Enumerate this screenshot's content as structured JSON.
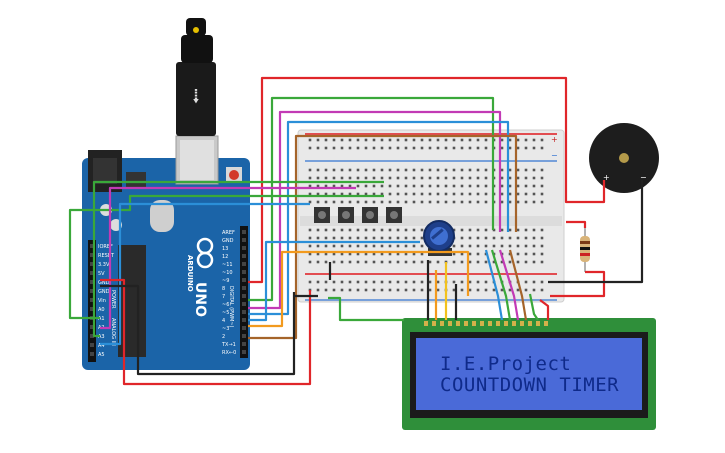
{
  "lcd": {
    "line1": "I.E.Project",
    "line2": "COUNTDOWN TIMER"
  },
  "arduino": {
    "brand": "ARDUINO",
    "model": "UNO",
    "digital_label": "DIGITAL (PWM~)",
    "pins_right": [
      "AREF",
      "GND",
      "13",
      "12",
      "~11",
      "~10",
      "~9",
      "8",
      "7",
      "~6",
      "~5",
      "4",
      "~3",
      "2",
      "TX→1",
      "RX←0"
    ],
    "pins_left": [
      "IOREF",
      "RESET",
      "3.3V",
      "5V",
      "GND",
      "GND",
      "Vin",
      "A0",
      "A1",
      "A2",
      "A3",
      "A4",
      "A5"
    ],
    "power_label": "POWER",
    "analog_label": "ANALOG IN"
  },
  "buzzer": {
    "plus": "+",
    "minus": "−"
  },
  "breadboard": {
    "rail_plus": "+",
    "rail_minus": "−"
  },
  "colors": {
    "board": "#1b64a8",
    "breadboard": "#ececec",
    "pcb_green": "#2f8f3a",
    "lcd_screen": "#4a6ad8",
    "wire_red": "#e0262a",
    "wire_green": "#3aa83a",
    "wire_magenta": "#c23ab5",
    "wire_blue": "#2b8fd8",
    "wire_orange": "#f29a1e",
    "wire_brown": "#a5642a",
    "wire_black": "#222222",
    "wire_yellow": "#f2c21e"
  }
}
